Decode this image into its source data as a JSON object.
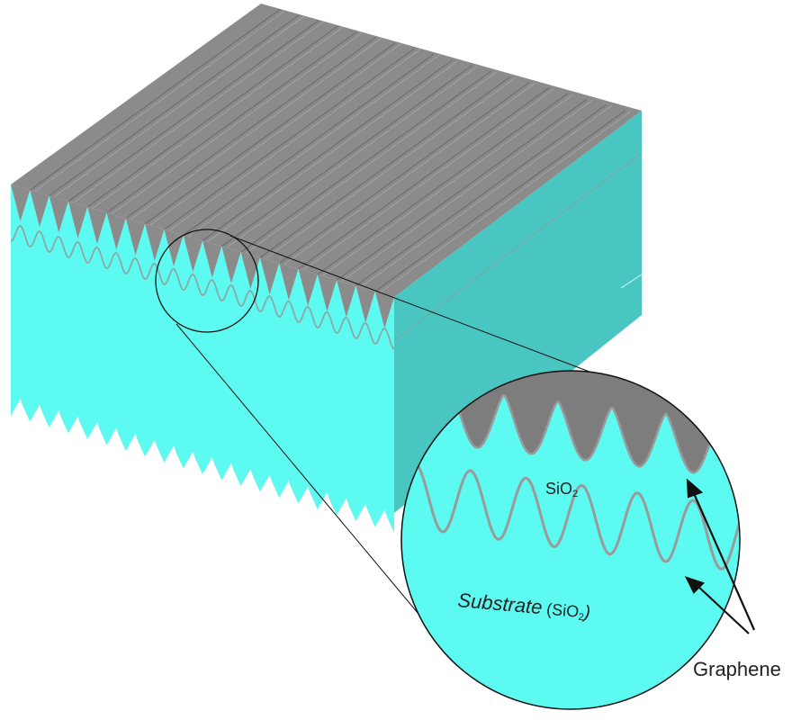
{
  "labels": {
    "sio2_layer": "SiO",
    "sio2_layer_sub": "2",
    "substrate_main": "Substrate",
    "substrate_paren_open": " (SiO",
    "substrate_paren_sub": "2",
    "substrate_paren_close": ")",
    "graphene": "Graphene"
  },
  "colors": {
    "cyan_front": "#5cfaf0",
    "cyan_side": "#4ac6c2",
    "grey_top": "#8b8b8b",
    "graphene_line": "#9a9a9a",
    "outline": "#222222"
  }
}
